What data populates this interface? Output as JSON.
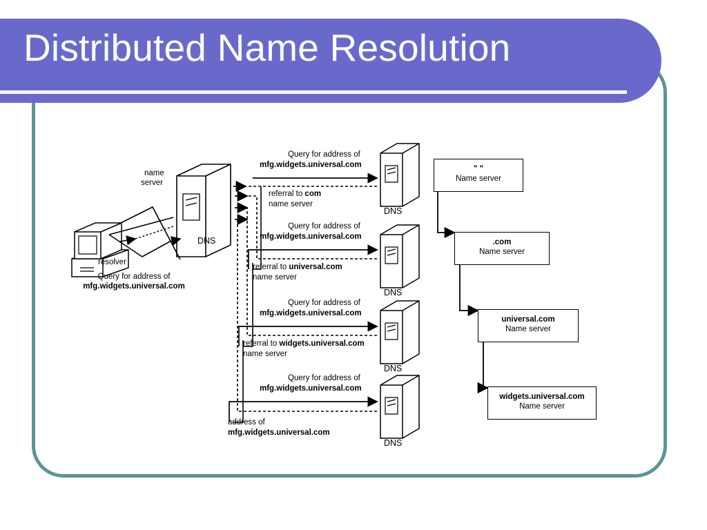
{
  "slide": {
    "title": "Distributed Name Resolution",
    "accent_purple": "#6a69cb",
    "accent_teal": "#5f9496",
    "title_color": "#ffffff"
  },
  "diagram": {
    "resolver": {
      "icon": "workstation-icon",
      "label": "resolver",
      "query_line1": "Query for address of",
      "query_line2": "mfg.widgets.universal.com"
    },
    "local_name_server": {
      "label_line1": "name",
      "label_line2": "server",
      "icon": "server-tower-icon",
      "icon_label": "DNS"
    },
    "exchanges": [
      {
        "query_line1": "Query for address of",
        "query_line2": "mfg.widgets.universal.com",
        "reply_prefix": "referral to ",
        "reply_bold": "com",
        "reply_suffix": "",
        "reply_line2": "name server",
        "server_label": "DNS"
      },
      {
        "query_line1": "Query for address of",
        "query_line2": "mfg.widgets.universal.com",
        "reply_prefix": "referral to ",
        "reply_bold": "universal.com",
        "reply_suffix": "",
        "reply_line2": "name server",
        "server_label": "DNS"
      },
      {
        "query_line1": "Query for address of",
        "query_line2": "mfg.widgets.universal.com",
        "reply_prefix": "referral to ",
        "reply_bold": "widgets.universal.com",
        "reply_suffix": "",
        "reply_line2": "name server",
        "server_label": "DNS"
      },
      {
        "query_line1": "Query for address of",
        "query_line2": "mfg.widgets.universal.com",
        "reply_prefix": "address of",
        "reply_bold": "",
        "reply_suffix": "",
        "reply_line2": "mfg.widgets.universal.com",
        "server_label": "DNS"
      }
    ],
    "hierarchy": [
      {
        "zone": "\" \"",
        "role": "Name server"
      },
      {
        "zone": ".com",
        "role": "Name server"
      },
      {
        "zone": "universal.com",
        "role": "Name server"
      },
      {
        "zone": "widgets.universal.com",
        "role": "Name server"
      }
    ]
  }
}
